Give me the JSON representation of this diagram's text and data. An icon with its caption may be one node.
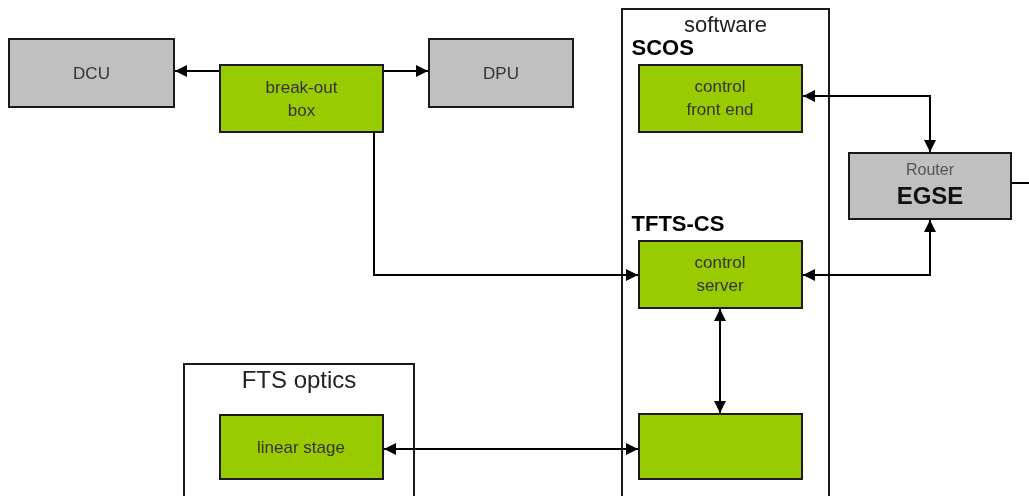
{
  "diagram": {
    "nodes": [
      {
        "text": [
          "DCU"
        ]
      },
      {
        "text": [
          "break-out box"
        ]
      },
      {
        "text": [
          "DPU"
        ]
      },
      {
        "text": [
          "software"
        ]
      },
      {
        "text": [
          "SCOS",
          "control front end"
        ],
        "in": 3
      },
      {
        "text": [
          "TFTS-CS",
          "control server"
        ],
        "in": 3
      },
      {
        "text": [],
        "shape": "box",
        "in": 3
      },
      {
        "text": [
          "Router",
          "EGSE"
        ]
      },
      {
        "text": [
          "FTS optics"
        ]
      },
      {
        "text": [
          "linear stage"
        ],
        "in": 8
      }
    ],
    "edges": [
      {
        "from": 1,
        "to": 0,
        "arrow": "to"
      },
      {
        "from": 1,
        "to": 2,
        "arrow": "to"
      },
      {
        "from": 1,
        "to": 5,
        "arrow": "to"
      },
      {
        "from": 7,
        "to": 4,
        "arrow": "both"
      },
      {
        "from": 7,
        "to": 5,
        "arrow": "both"
      },
      {
        "from": 5,
        "to": 6,
        "arrow": "both"
      },
      {
        "from": 9,
        "to": 6,
        "arrow": "both"
      },
      {
        "from": 7,
        "to": null,
        "arrow": "none"
      }
    ]
  }
}
